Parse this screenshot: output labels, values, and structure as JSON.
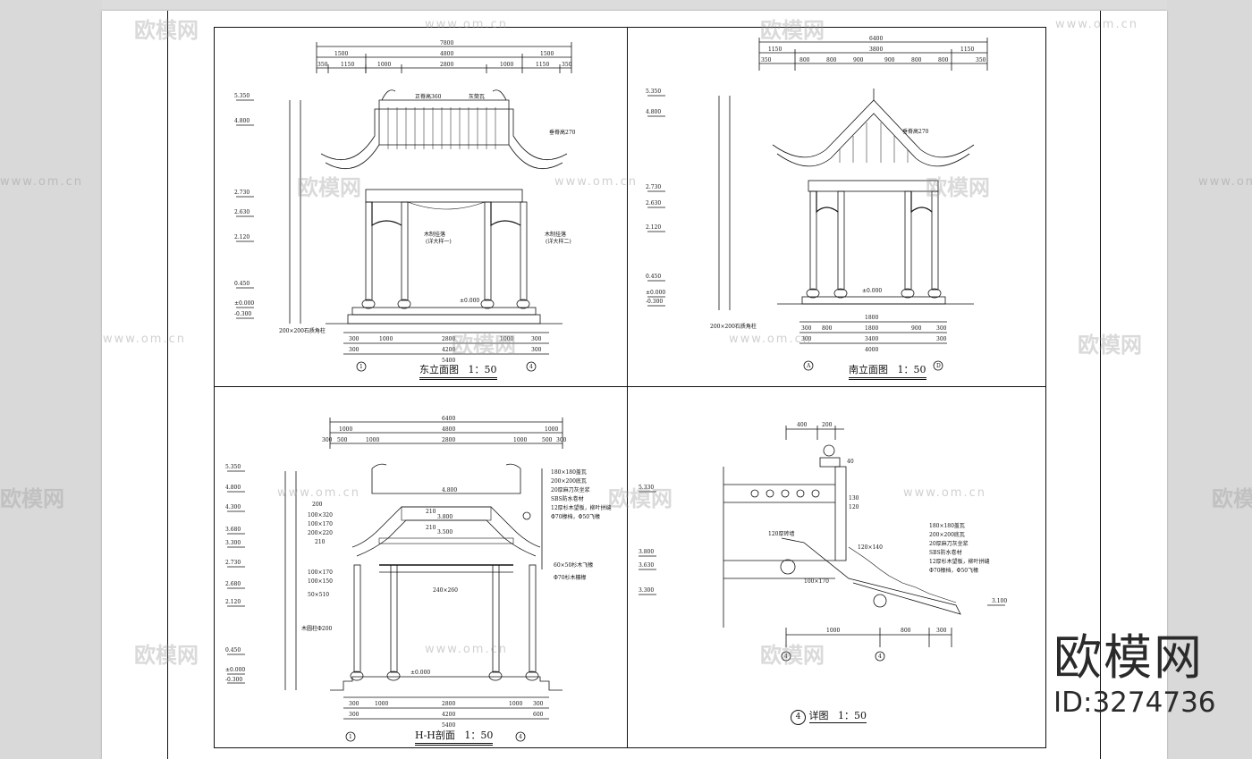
{
  "watermark": {
    "logo_text": "欧模网",
    "url_text": "www.om.cn"
  },
  "brand": {
    "logo": "欧模网",
    "id_label": "ID:3274736"
  },
  "drawings": {
    "east": {
      "title": "东立面图",
      "scale": "1：50",
      "top_dims": [
        "7800",
        "1500",
        "4800",
        "1500",
        "350",
        "1150",
        "1000",
        "2800",
        "1000",
        "1150",
        "350"
      ],
      "bottom_dims": [
        "300",
        "1000",
        "2800",
        "1000",
        "300",
        "300",
        "4200",
        "300",
        "5400"
      ],
      "levels": [
        "5.350",
        "4.800",
        "2.730",
        "2.630",
        "2.120",
        "0.450",
        "±0.000",
        "-0.300"
      ],
      "labels": [
        "正脊高360",
        "灰筒瓦",
        "垂脊高270",
        "木制挂落",
        "(详大样一)",
        "木制挂落",
        "(详大样二)",
        "200×200石质角柱"
      ],
      "axis": [
        "1",
        "4"
      ],
      "elev_mark": "±0.000"
    },
    "south": {
      "title": "南立面图",
      "scale": "1：50",
      "top_dims": [
        "6400",
        "1150",
        "3800",
        "1150",
        "350",
        "800",
        "800",
        "900",
        "900",
        "800",
        "800",
        "350"
      ],
      "bottom_dims": [
        "300",
        "800",
        "1800",
        "900",
        "300",
        "300",
        "3400",
        "300",
        "4000",
        "1800"
      ],
      "levels": [
        "5.350",
        "4.800",
        "2.730",
        "2.630",
        "2.120",
        "0.450",
        "±0.000",
        "-0.300"
      ],
      "labels": [
        "垂脊高270",
        "200×200石质角柱"
      ],
      "axis": [
        "A",
        "D"
      ],
      "elev_mark": "±0.000"
    },
    "section": {
      "title": "H-H剖面",
      "scale": "1：50",
      "top_dims": [
        "6400",
        "1000",
        "4800",
        "1000",
        "300",
        "500",
        "1000",
        "2800",
        "1000",
        "500",
        "300"
      ],
      "bottom_dims": [
        "300",
        "1000",
        "2800",
        "1000",
        "300",
        "300",
        "4200",
        "600",
        "5400"
      ],
      "levels": [
        "5.350",
        "4.800",
        "4.300",
        "3.680",
        "3.300",
        "2.730",
        "2.680",
        "2.120",
        "0.450",
        "±0.000",
        "-0.300"
      ],
      "left_labels": [
        "200",
        "100×320",
        "100×170",
        "200×220",
        "210",
        "100×170",
        "100×150",
        "50×510",
        "木圆柱Φ200"
      ],
      "right_labels": [
        "180×180盖瓦",
        "200×200底瓦",
        "20厚麻刀灰坐浆",
        "SBS防水卷材",
        "12厚杉木望板，柳叶拼缝",
        "Φ70椽档，Φ50飞椽",
        "60×50杉木飞椽",
        "Φ70杉木檩椽"
      ],
      "inner_labels": [
        "4.800",
        "3.800",
        "3.500",
        "240×260",
        "±0.000",
        "210",
        "210"
      ],
      "axis": [
        "1",
        "4"
      ]
    },
    "detail": {
      "title": "详图",
      "number": "4",
      "scale": "1：50",
      "top_dims": [
        "400",
        "200",
        "40"
      ],
      "bottom_dims": [
        "1000",
        "800",
        "300"
      ],
      "levels": [
        "5.330",
        "3.800",
        "3.630",
        "3.300",
        "3.100"
      ],
      "labels": [
        "180×180盖瓦",
        "200×200底瓦",
        "20厚麻刀灰坐浆",
        "SBS防水卷材",
        "12厚杉木望板，柳叶拼缝",
        "Φ70椽档，Φ50飞椽",
        "120厚砖墙",
        "120×140",
        "100×170",
        "120",
        "130"
      ],
      "axis": [
        "4",
        "4"
      ]
    }
  }
}
